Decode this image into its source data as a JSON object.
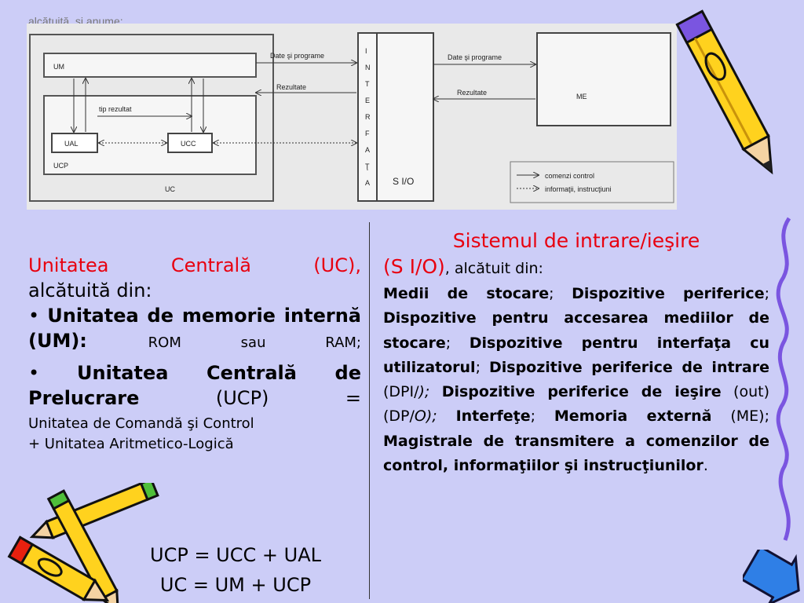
{
  "slide": {
    "cutoff_text": "alcătuită, şi anume:",
    "diagram": {
      "labels": {
        "um": "UM",
        "ual": "UAL",
        "ucc": "UCC",
        "ucp": "UCP",
        "uc": "UC",
        "tip_rezultat": "tip rezultat",
        "date_programe_left": "Date şi programe",
        "rezultate_left": "Rezultate",
        "interfata_letters": [
          "I",
          "N",
          "T",
          "E",
          "R",
          "F",
          "A",
          "Ţ",
          "A"
        ],
        "sio": "S I/O",
        "date_programe_right": "Date şi programe",
        "rezultate_right": "Rezultate",
        "me": "ME",
        "legend_control": "comenzi control",
        "legend_info": "informaţii, instrucţiuni"
      }
    },
    "left": {
      "uc_title": "Unitatea Centrală",
      "uc_abbr_open": " (",
      "uc_abbr": "UC",
      "uc_abbr_close": "),",
      "composed": "alcătuită din:",
      "bullet1_bold": "Unitatea de memorie internă",
      "bullet1_abbr": "(UM):",
      "bullet1_rest": "ROM sau RAM;",
      "bullet2_bold": "Unitatea Centrală de Prelucrare",
      "bullet2_abbr": "(UCP) =",
      "line_ucc": "Unitatea de  Comandă şi Control",
      "line_ual": "+ Unitatea Aritmetico-Logică",
      "eq1": "UCP = UCC + UAL",
      "eq2": "UC = UM + UCP"
    },
    "right": {
      "title": "Sistemul de intrare/ieşire",
      "abbr": "(S I/O)",
      "composed": ", alcătuit din:",
      "t1": "Medii de stocare",
      "t2": "Dispozitive periferice",
      "t3": "Dispozitive pentru accesarea mediilor de stocare",
      "t4": "Dispozitive pentru interfaţa cu utilizatorul",
      "t5": "Dispozitive periferice de intrare",
      "t5b": "(DPI/",
      "t5c": ");",
      "t6": "Dispozitive periferice de ieşire",
      "t6b": "(out) (DP/",
      "t6c": "O",
      "t6d": ");",
      "t7": "Interfeţe",
      "t8": "Memoria externă",
      "t8b": "(ME);",
      "t9": "Magistrale de transmitere a comenzilor de control, informaţiilor şi instrucţiunilor"
    }
  }
}
